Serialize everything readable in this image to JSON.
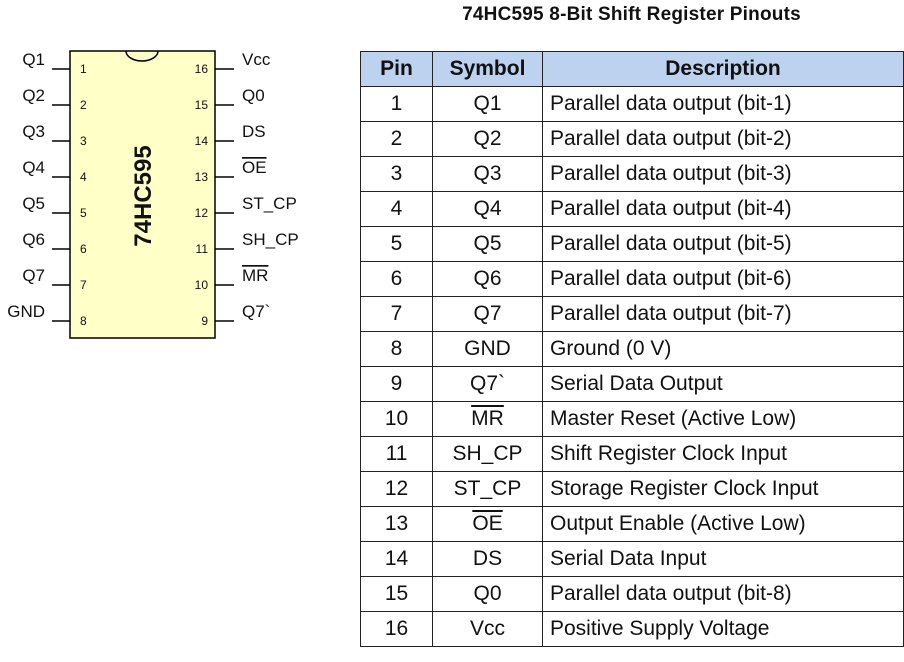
{
  "title": "74HC595 8-Bit Shift Register Pinouts",
  "chip": {
    "part_name": "74HC595",
    "body_color": "#ffffc8",
    "left_pins": [
      {
        "num": "1",
        "label": "Q1"
      },
      {
        "num": "2",
        "label": "Q2"
      },
      {
        "num": "3",
        "label": "Q3"
      },
      {
        "num": "4",
        "label": "Q4"
      },
      {
        "num": "5",
        "label": "Q5"
      },
      {
        "num": "6",
        "label": "Q6"
      },
      {
        "num": "7",
        "label": "Q7"
      },
      {
        "num": "8",
        "label": "GND"
      }
    ],
    "right_pins": [
      {
        "num": "16",
        "label": "Vcc"
      },
      {
        "num": "15",
        "label": "Q0"
      },
      {
        "num": "14",
        "label": "DS"
      },
      {
        "num": "13",
        "label": "OE",
        "overline": true
      },
      {
        "num": "12",
        "label": "ST_CP"
      },
      {
        "num": "11",
        "label": "SH_CP"
      },
      {
        "num": "10",
        "label": "MR",
        "overline": true
      },
      {
        "num": "9",
        "label": "Q7`"
      }
    ]
  },
  "table": {
    "header_color": "#bcd2ef",
    "headers": {
      "pin": "Pin",
      "symbol": "Symbol",
      "description": "Description"
    },
    "rows": [
      {
        "pin": "1",
        "symbol": "Q1",
        "description": "Parallel data output (bit-1)"
      },
      {
        "pin": "2",
        "symbol": "Q2",
        "description": "Parallel data output (bit-2)"
      },
      {
        "pin": "3",
        "symbol": "Q3",
        "description": "Parallel data output (bit-3)"
      },
      {
        "pin": "4",
        "symbol": "Q4",
        "description": "Parallel data output (bit-4)"
      },
      {
        "pin": "5",
        "symbol": "Q5",
        "description": "Parallel data output (bit-5)"
      },
      {
        "pin": "6",
        "symbol": "Q6",
        "description": "Parallel data output (bit-6)"
      },
      {
        "pin": "7",
        "symbol": "Q7",
        "description": "Parallel data output (bit-7)"
      },
      {
        "pin": "8",
        "symbol": "GND",
        "description": "Ground (0 V)"
      },
      {
        "pin": "9",
        "symbol": "Q7`",
        "description": "Serial Data Output"
      },
      {
        "pin": "10",
        "symbol": "MR",
        "overline": true,
        "description": "Master Reset (Active Low)"
      },
      {
        "pin": "11",
        "symbol": "SH_CP",
        "description": "Shift Register Clock Input"
      },
      {
        "pin": "12",
        "symbol": "ST_CP",
        "description": "Storage Register Clock Input"
      },
      {
        "pin": "13",
        "symbol": "OE",
        "overline": true,
        "description": "Output Enable (Active Low)"
      },
      {
        "pin": "14",
        "symbol": "DS",
        "description": "Serial Data Input"
      },
      {
        "pin": "15",
        "symbol": "Q0",
        "description": "Parallel data output (bit-8)"
      },
      {
        "pin": "16",
        "symbol": "Vcc",
        "description": "Positive Supply Voltage"
      }
    ]
  }
}
